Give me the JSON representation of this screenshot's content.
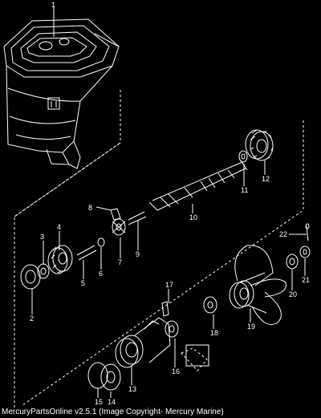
{
  "caption": "MercuryPartsOnline v2.5.1 (Image Copyright- Mercury Marine)",
  "callouts": {
    "c1": "1",
    "c2": "2",
    "c3": "3",
    "c4": "4",
    "c5": "5",
    "c6": "6",
    "c7": "7",
    "c8": "8",
    "c9": "9",
    "c10": "10",
    "c11": "11",
    "c12": "12",
    "c13": "13",
    "c14": "14",
    "c15": "15",
    "c16": "16",
    "c17": "17",
    "c18": "18",
    "c19": "19",
    "c20": "20",
    "c21": "21",
    "c22": "22"
  },
  "colors": {
    "background": "#000000",
    "ink": "#ffffff"
  }
}
